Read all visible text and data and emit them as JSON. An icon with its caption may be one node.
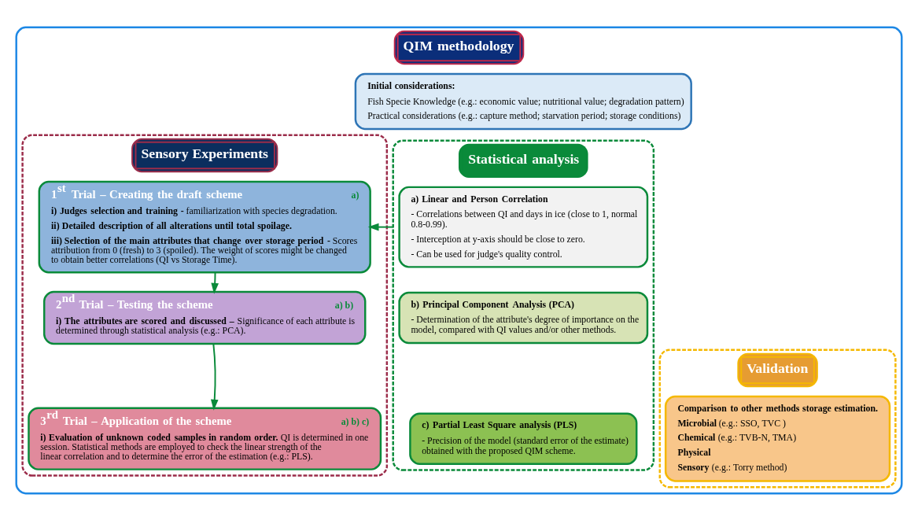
{
  "diagram": {
    "nodes": [
      {
        "text": [
          "QIM methodology"
        ]
      },
      {
        "text": [
          "Initial considerations:",
          "Fish Specie Knowledge (e.g.: economic value; nutritional value; degradation pattern)",
          "Practical considerations (e.g.: capture method; starvation period; storage conditions)"
        ],
        "in": 0
      },
      {
        "text": [
          "Sensory Experiments"
        ],
        "in": 0
      },
      {
        "text": [
          "1$^{st}$ Trial – Creating the draft scheme",
          "a)",
          "**i) Judges selection and training -** familiarization with species degradation.",
          "**ii) Detailed description of all alterations until total spoilage.**",
          "**iii) Selection of the main attributes that change over storage period -** Scores attribution from 0 (fresh) to 3 (spoiled). The weight of scores might be changed to obtain better correlations (QI vs Storage Time)."
        ],
        "in": 2
      },
      {
        "text": [
          "2$^{nd}$ Trial – Testing the scheme",
          "a) b)",
          "**i) The attributes are scored and discussed –** Significance of each attribute is determined through statistical analysis (e.g.: PCA)."
        ],
        "in": 2
      },
      {
        "text": [
          "3$^{rd}$ Trial – Application of the scheme",
          "a) b) c)",
          "**i) Evaluation of unknown coded samples in random order.** QI is determined in one session. Statistical methods are employed to check the linear strength of the linear correlation and to determine the error of the estimation (e.g.: PLS)."
        ],
        "in": 2
      },
      {
        "text": [
          "Statistical analysis"
        ],
        "in": 0
      },
      {
        "text": [
          "a) Linear and Person Correlation",
          "- Correlations between QI and days in ice (close to 1, normal 0.8-0.99).",
          "- Interception at y-axis should be close to zero.",
          "- Can be used for judge's quality control."
        ],
        "in": 6
      },
      {
        "text": [
          "b) Principal Component Analysis (PCA)",
          "- Determination of the attribute's degree of importance on the model, compared with QI values and/or other methods."
        ],
        "in": 6
      },
      {
        "text": [
          "c) Partial Least Square analysis (PLS)",
          "- Precision of the model (standard error of the estimate) obtained with the proposed QIM scheme."
        ],
        "in": 6
      },
      {
        "text": [
          "Validation"
        ],
        "in": 0
      },
      {
        "text": [
          "Comparison to other methods storage estimation.",
          "**Microbial** (e.g.: SSO, TVC )",
          "**Chemical** (e.g.: TVB-N, TMA)",
          "**Physical**",
          "**Sensory** (e.g.: Torry method)"
        ],
        "in": 10
      }
    ],
    "edges": [
      {
        "from": 6,
        "to": 3,
        "arrow": "to"
      },
      {
        "from": 3,
        "to": 4,
        "arrow": "to"
      },
      {
        "from": 4,
        "to": 5,
        "arrow": "to"
      }
    ]
  }
}
